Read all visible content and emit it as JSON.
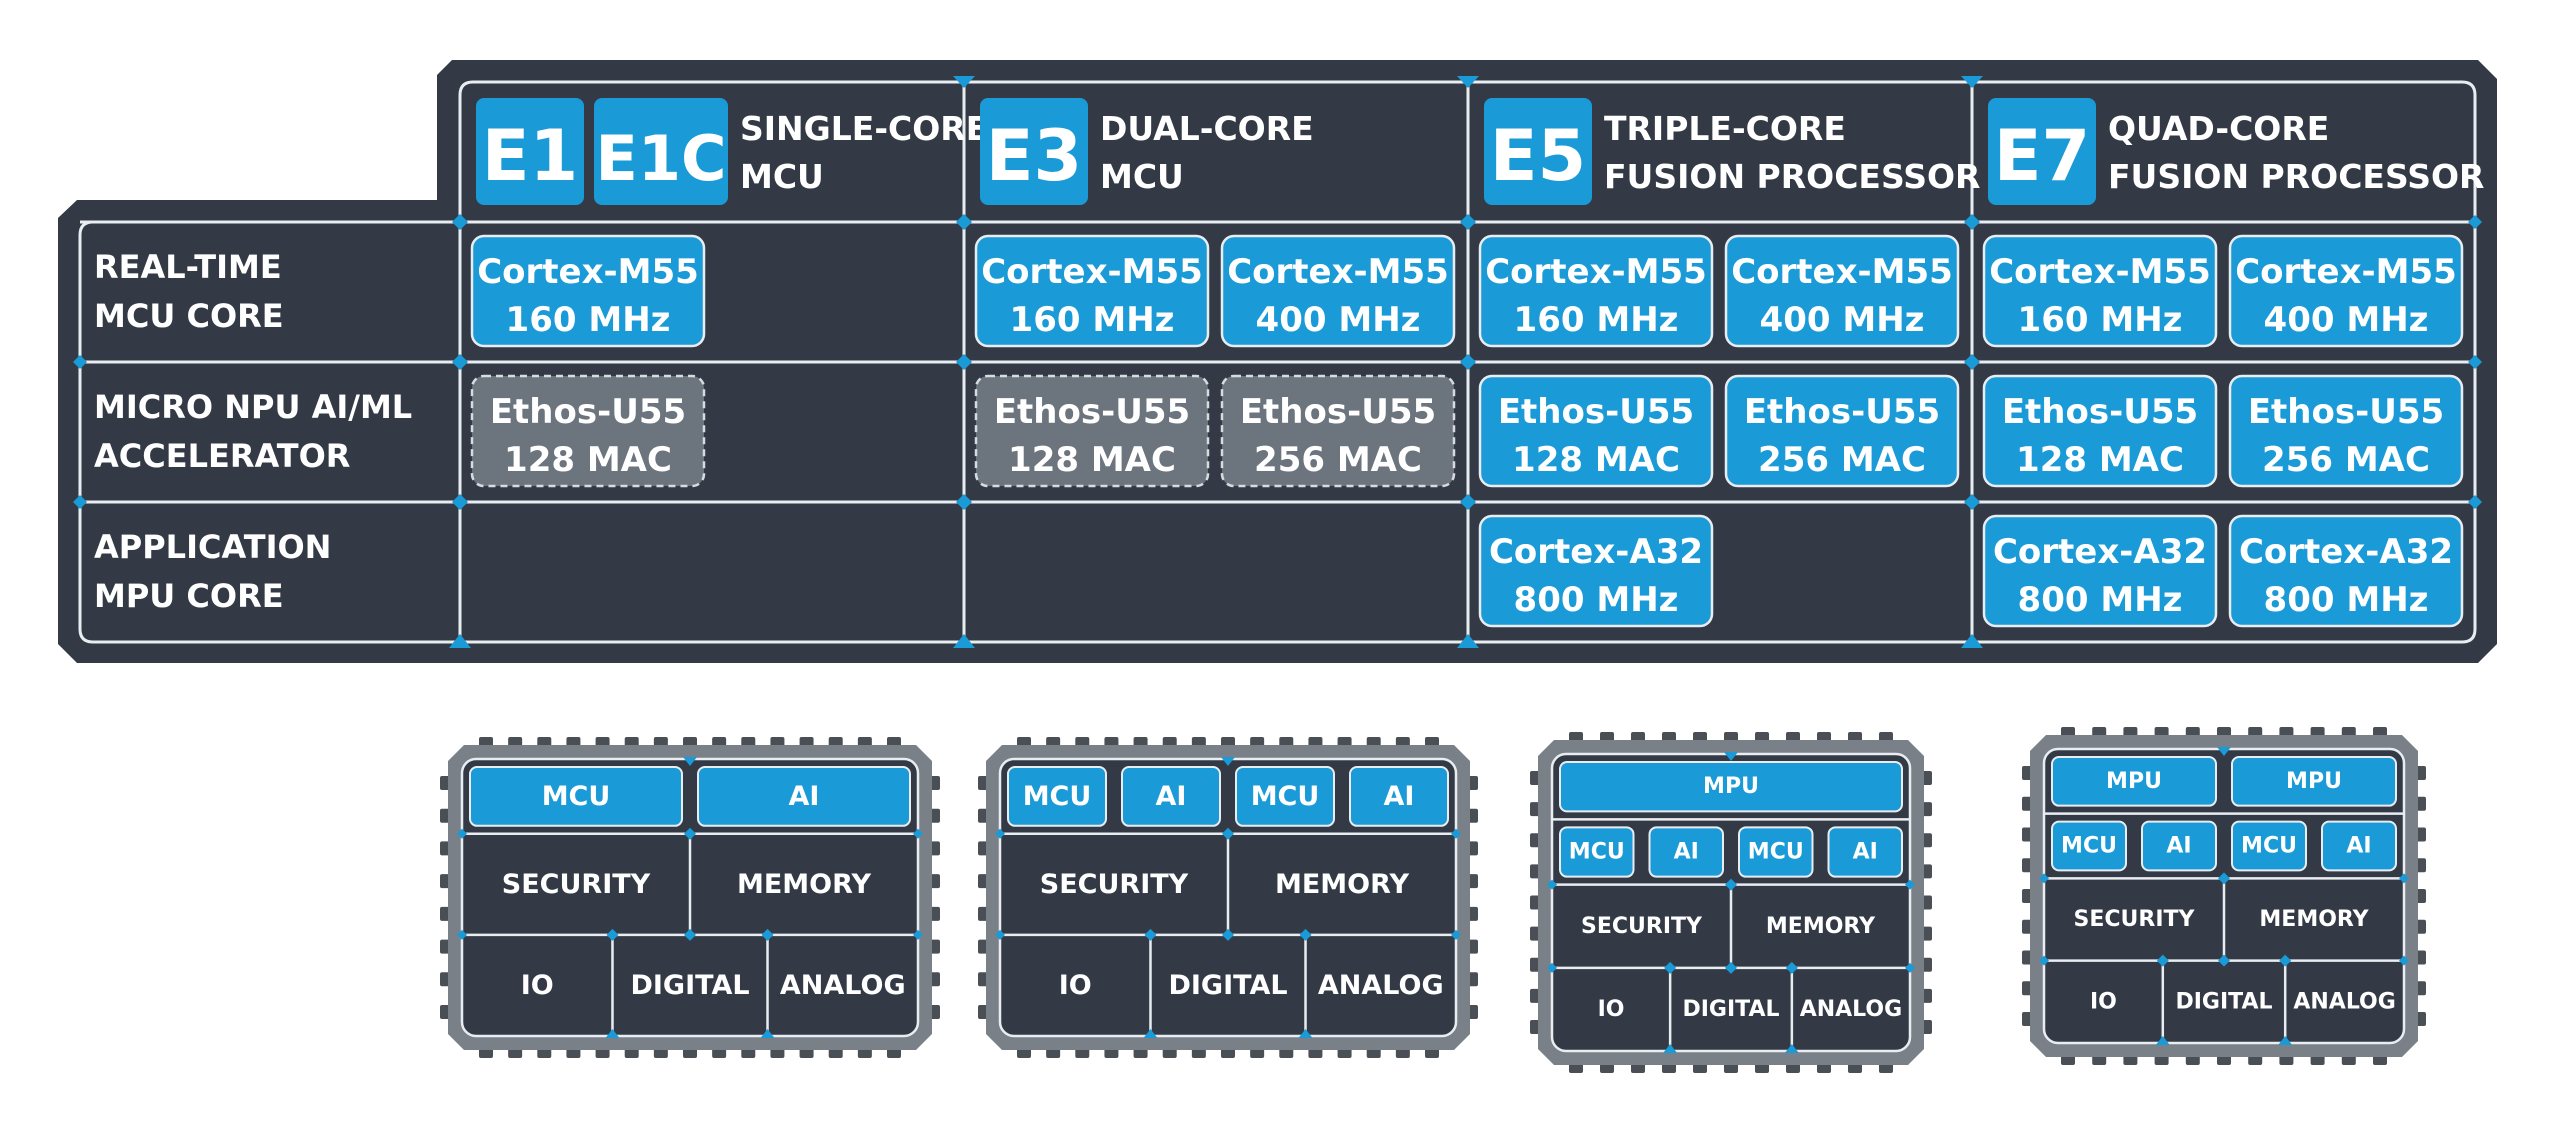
{
  "colors": {
    "panel": "#333a45",
    "line": "#e9edf2",
    "accent": "#1a9ad6",
    "inactive": "#6c747d",
    "chip_frame": "#7a8087",
    "pin": "#4a4f56"
  },
  "columns": [
    {
      "badges": [
        "E1",
        "E1C"
      ],
      "title_line1": "SINGLE-CORE",
      "title_line2": "MCU",
      "cells": [
        [
          {
            "line1": "Cortex-M55",
            "line2": "160 MHz",
            "style": "active"
          }
        ],
        [
          {
            "line1": "Ethos-U55",
            "line2": "128 MAC",
            "style": "inactive"
          }
        ],
        []
      ]
    },
    {
      "badges": [
        "E3"
      ],
      "title_line1": "DUAL-CORE",
      "title_line2": "MCU",
      "cells": [
        [
          {
            "line1": "Cortex-M55",
            "line2": "160 MHz",
            "style": "active"
          },
          {
            "line1": "Cortex-M55",
            "line2": "400 MHz",
            "style": "active"
          }
        ],
        [
          {
            "line1": "Ethos-U55",
            "line2": "128 MAC",
            "style": "inactive"
          },
          {
            "line1": "Ethos-U55",
            "line2": "256 MAC",
            "style": "inactive"
          }
        ],
        []
      ]
    },
    {
      "badges": [
        "E5"
      ],
      "title_line1": "TRIPLE-CORE",
      "title_line2": "FUSION PROCESSOR",
      "cells": [
        [
          {
            "line1": "Cortex-M55",
            "line2": "160 MHz",
            "style": "active"
          },
          {
            "line1": "Cortex-M55",
            "line2": "400 MHz",
            "style": "active"
          }
        ],
        [
          {
            "line1": "Ethos-U55",
            "line2": "128 MAC",
            "style": "active"
          },
          {
            "line1": "Ethos-U55",
            "line2": "256 MAC",
            "style": "active"
          }
        ],
        [
          {
            "line1": "Cortex-A32",
            "line2": "800 MHz",
            "style": "active"
          }
        ]
      ]
    },
    {
      "badges": [
        "E7"
      ],
      "title_line1": "QUAD-CORE",
      "title_line2": "FUSION PROCESSOR",
      "cells": [
        [
          {
            "line1": "Cortex-M55",
            "line2": "160 MHz",
            "style": "active"
          },
          {
            "line1": "Cortex-M55",
            "line2": "400 MHz",
            "style": "active"
          }
        ],
        [
          {
            "line1": "Ethos-U55",
            "line2": "128 MAC",
            "style": "active"
          },
          {
            "line1": "Ethos-U55",
            "line2": "256 MAC",
            "style": "active"
          }
        ],
        [
          {
            "line1": "Cortex-A32",
            "line2": "800 MHz",
            "style": "active"
          },
          {
            "line1": "Cortex-A32",
            "line2": "800 MHz",
            "style": "active"
          }
        ]
      ]
    }
  ],
  "rows": [
    {
      "line1": "REAL-TIME",
      "line2": "MCU CORE"
    },
    {
      "line1": "MICRO NPU AI/ML",
      "line2": "ACCELERATOR"
    },
    {
      "line1": "APPLICATION",
      "line2": "MPU CORE"
    }
  ],
  "chips": [
    {
      "top_rows": [
        [
          {
            "label": "MCU"
          },
          {
            "label": "AI"
          }
        ]
      ],
      "mid": [
        "SECURITY",
        "MEMORY"
      ],
      "bottom": [
        "IO",
        "DIGITAL",
        "ANALOG"
      ]
    },
    {
      "top_rows": [
        [
          {
            "label": "MCU"
          },
          {
            "label": "AI"
          },
          {
            "label": "MCU"
          },
          {
            "label": "AI"
          }
        ]
      ],
      "mid": [
        "SECURITY",
        "MEMORY"
      ],
      "bottom": [
        "IO",
        "DIGITAL",
        "ANALOG"
      ]
    },
    {
      "top_rows": [
        [
          {
            "label": "MPU"
          }
        ],
        [
          {
            "label": "MCU"
          },
          {
            "label": "AI"
          },
          {
            "label": "MCU"
          },
          {
            "label": "AI"
          }
        ]
      ],
      "mid": [
        "SECURITY",
        "MEMORY"
      ],
      "bottom": [
        "IO",
        "DIGITAL",
        "ANALOG"
      ]
    },
    {
      "top_rows": [
        [
          {
            "label": "MPU"
          },
          {
            "label": "MPU"
          }
        ],
        [
          {
            "label": "MCU"
          },
          {
            "label": "AI"
          },
          {
            "label": "MCU"
          },
          {
            "label": "AI"
          }
        ]
      ],
      "mid": [
        "SECURITY",
        "MEMORY"
      ],
      "bottom": [
        "IO",
        "DIGITAL",
        "ANALOG"
      ]
    }
  ]
}
